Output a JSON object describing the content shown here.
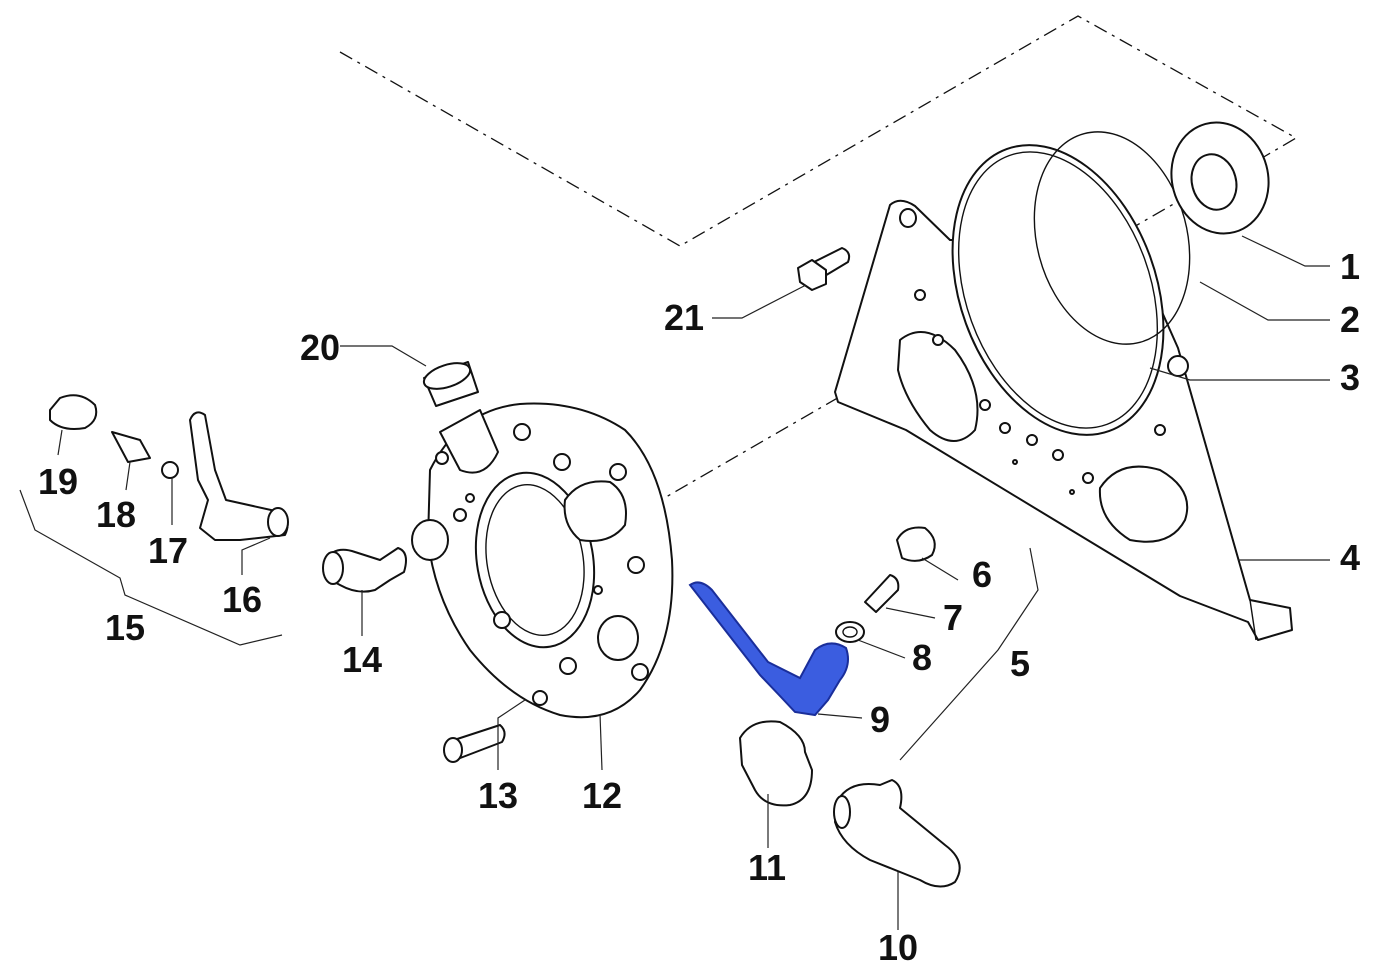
{
  "labels": {
    "p1": "1",
    "p2": "2",
    "p3": "3",
    "p4": "4",
    "p5": "5",
    "p6": "6",
    "p7": "7",
    "p8": "8",
    "p9": "9",
    "p10": "10",
    "p11": "11",
    "p12": "12",
    "p13": "13",
    "p14": "14",
    "p15": "15",
    "p16": "16",
    "p17": "17",
    "p18": "18",
    "p19": "19",
    "p20": "20",
    "p21": "21"
  },
  "highlight": {
    "part": "9",
    "color": "#3b5de0"
  }
}
